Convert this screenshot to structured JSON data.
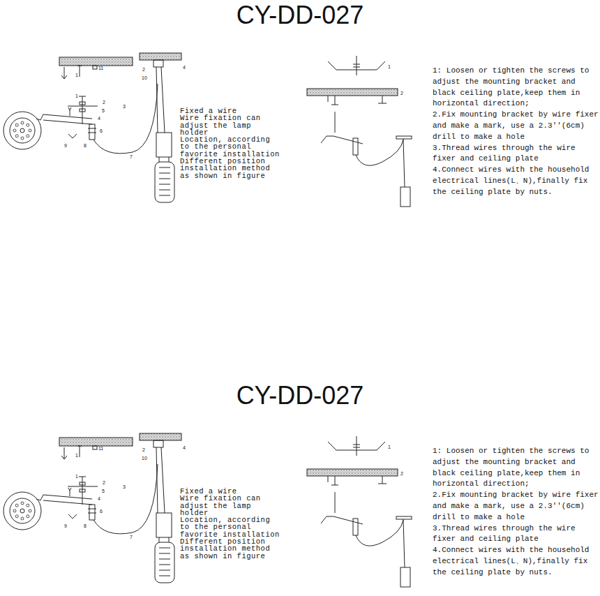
{
  "diagram": {
    "title": "CY-DD-027",
    "labels": [
      "CY-DD-027",
      "Fixed a wire",
      "Wire fixation can adjust the lamp holder",
      "Location, according to the personal favorite installation",
      "Different position installation method as shown in figure",
      "1: Loosen or tighten the screws to adjust the mounting bracket and black ceiling plate,keep them in horizontal direction;",
      "2.Fix mounting bracket by wire fixer and make a mark, use a 2.3''(6cm) drill to make a hole",
      "3.Thread wires through the wire fixer and ceiling plate",
      "4.Connect wires with the household electrical lines(L、N),finally fix the ceiling plate by nuts.",
      "11",
      "1",
      "2",
      "1",
      "3",
      "5",
      "4",
      "6",
      "9",
      "8",
      "7",
      "2",
      "10",
      "4",
      "1",
      "2",
      "Fixed a wire",
      "Wire fixation can adjust the lamp holder",
      "Location, according to the personal favorite installation",
      "Different position installation method as shown in figure",
      "1: Loosen or tighten the screws to adjust the mounting bracket and black ceiling plate,keep them in horizontal direction;",
      "2.Fix mounting bracket by wire fixer and make a mark, use a 2.3''(6cm) drill to make a hole",
      "3.Thread wires through the wire fixer and ceiling plate",
      "4.Connect wires with the household electrical lines(L、N),finally fix the ceiling plate by nuts.",
      "11",
      "1",
      "2",
      "1",
      "3",
      "5",
      "4",
      "6",
      "9",
      "8",
      "7",
      "2",
      "10",
      "4",
      "1",
      "2"
    ]
  }
}
